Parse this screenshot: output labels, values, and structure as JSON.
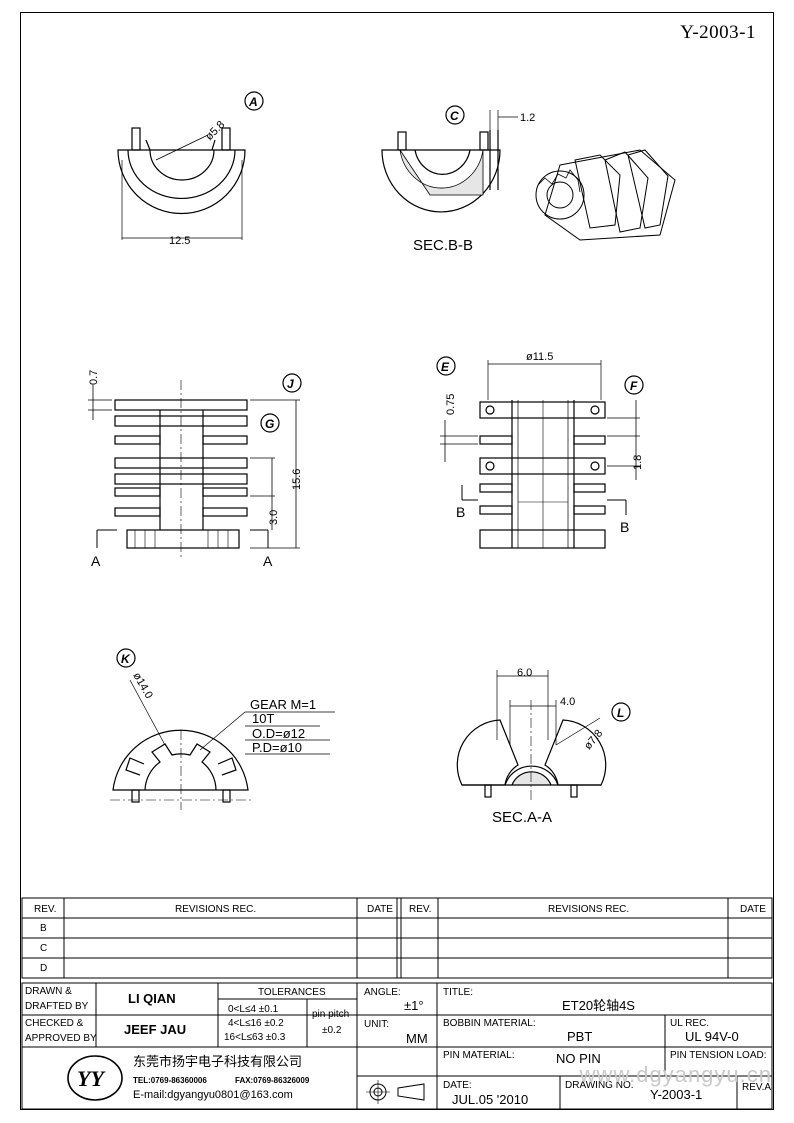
{
  "drawing_number_top": "Y-2003-1",
  "views": {
    "callouts": [
      "A",
      "C",
      "J",
      "G",
      "E",
      "F",
      "K",
      "L"
    ],
    "dims": {
      "d5_8": "ø5.8",
      "d12_5": "12.5",
      "d1_2": "1.2",
      "d0_7": "0.7",
      "d15_6": "15.6",
      "d3_0": "3.0",
      "d11_5": "ø11.5",
      "d0_75": "0.75",
      "d1_8": "1.8",
      "d14_0": "ø14.0",
      "d6_0": "6.0",
      "d4_0": "4.0",
      "d7_8": "ø7.8"
    },
    "section_bb": "SEC.B-B",
    "section_aa": "SEC.A-A",
    "cut_a": "A",
    "cut_b": "B",
    "gear_spec": [
      "GEAR  M=1",
      "10T",
      "O.D=ø12",
      "P.D=ø10"
    ]
  },
  "revisions": {
    "left_headers": [
      "REV.",
      "REVISIONS    REC.",
      "DATE"
    ],
    "right_headers": [
      "REV.",
      "REVISIONS    REC.",
      "DATE"
    ],
    "rows": [
      "B",
      "C",
      "D"
    ]
  },
  "title_block": {
    "drawn_label_1": "DRAWN  &",
    "drawn_label_2": "DRAFTED  BY",
    "drawn_value": "LI QIAN",
    "checked_label_1": "CHECKED  &",
    "checked_label_2": "APPROVED BY",
    "checked_value": "JEEF JAU",
    "tolerances_label": "TOLERANCES",
    "tol_rows": [
      "0<L≤4    ±0.1",
      "4<L≤16  ±0.2",
      "16<L≤63  ±0.3"
    ],
    "pin_pitch_label": "pin  pitch",
    "pin_pitch_value": "±0.2",
    "angle_label": "ANGLE:",
    "angle_value": "±1°",
    "unit_label": "UNIT:",
    "unit_value": "MM",
    "title_label": "TITLE:",
    "title_value": "ET20轮轴4S",
    "bobbin_label": "BOBBIN  MATERIAL:",
    "bobbin_value": "PBT",
    "ul_label": "UL  REC.",
    "ul_value": "UL  94V-0",
    "pin_material_label": "PIN  MATERIAL:",
    "pin_material_value": "NO  PIN",
    "pin_tension_label": "PIN  TENSION  LOAD:",
    "date_label": "DATE:",
    "date_value": "JUL.05  '2010",
    "drawing_no_label": "DRAWING  NO.",
    "drawing_no_value": "Y-2003-1",
    "rev_label": "REV.A",
    "company_name": "东莞市扬宇电子科技有限公司",
    "company_tel": "TEL:0769-86360006",
    "company_fax": "FAX:0769-86326009",
    "company_email": "E-mail:dgyangyu0801@163.com",
    "logo_text": "YY"
  },
  "watermark": "www.dgyangyu.cn"
}
